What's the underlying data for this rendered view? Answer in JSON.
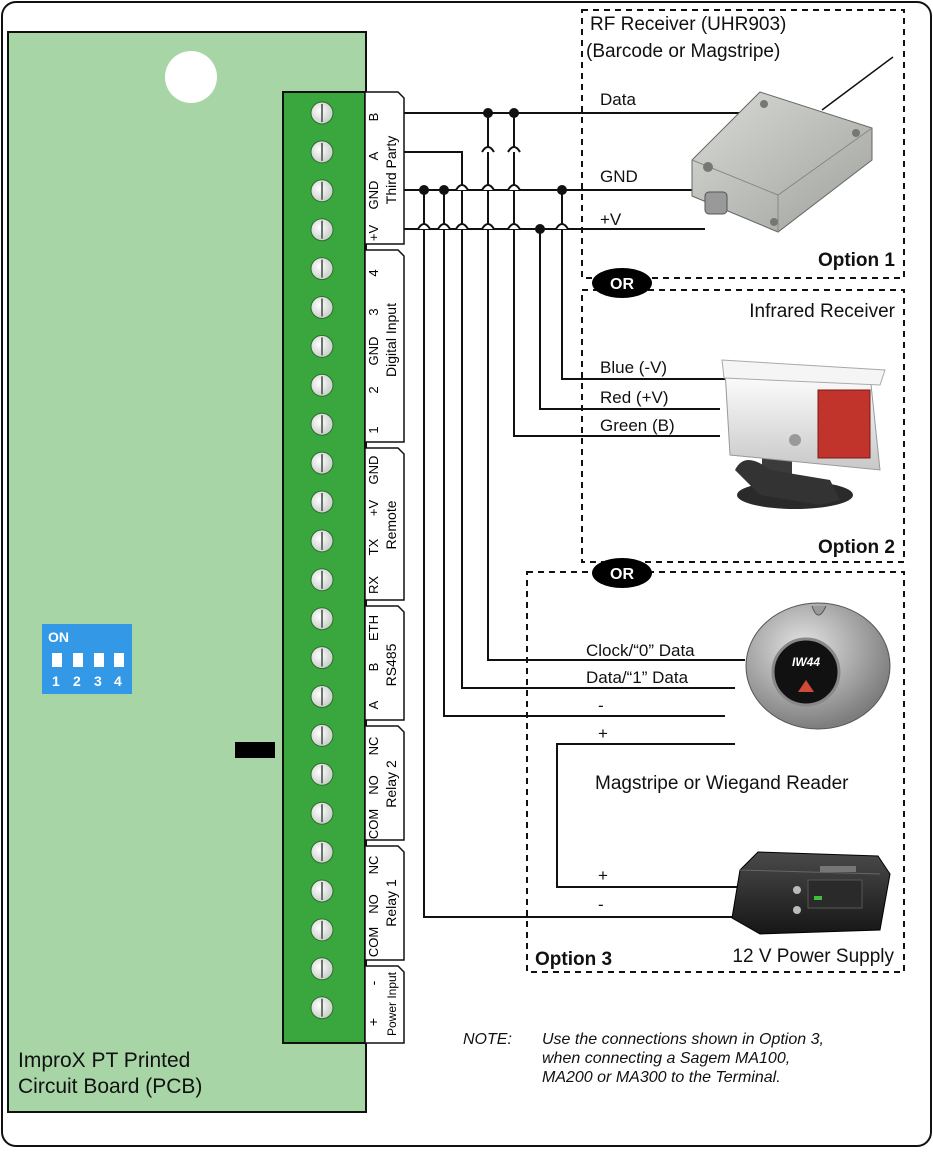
{
  "pcb": {
    "label_line1": "ImproX PT Printed",
    "label_line2": "Circuit Board (PCB)",
    "dip": {
      "on_label": "ON",
      "numbers": [
        "1",
        "2",
        "3",
        "4"
      ]
    }
  },
  "connector_groups": [
    {
      "id": "third-party",
      "name": "Third Party",
      "pins": [
        "B",
        "A",
        "GND",
        "+V"
      ]
    },
    {
      "id": "digital-input",
      "name": "Digital Input",
      "pins": [
        "4",
        "3",
        "GND",
        "2",
        "1"
      ]
    },
    {
      "id": "remote",
      "name": "Remote",
      "pins": [
        "GND",
        "+V",
        "TX",
        "RX"
      ]
    },
    {
      "id": "rs485",
      "name": "RS485",
      "pins": [
        "ETH",
        "B",
        "A"
      ]
    },
    {
      "id": "relay2",
      "name": "Relay 2",
      "pins": [
        "NC",
        "NO",
        "COM"
      ]
    },
    {
      "id": "relay1",
      "name": "Relay 1",
      "pins": [
        "NC",
        "NO",
        "COM"
      ]
    },
    {
      "id": "power-input",
      "name": "Power Input",
      "pins": [
        "-",
        "+"
      ]
    }
  ],
  "option1": {
    "title_line1": "RF Receiver (UHR903)",
    "title_line2": "(Barcode or Magstripe)",
    "wire_data": "Data",
    "wire_gnd": "GND",
    "wire_v": "+V",
    "label": "Option 1"
  },
  "or_badge": "OR",
  "option2": {
    "title": "Infrared Receiver",
    "wire_blue": "Blue (-V)",
    "wire_red": "Red (+V)",
    "wire_green": "Green (B)",
    "label": "Option 2"
  },
  "option3": {
    "wire_clock": "Clock/“0” Data",
    "wire_data": "Data/“1” Data",
    "wire_minus": "-",
    "wire_plus": "+",
    "reader_label": "Magstripe or Wiegand Reader",
    "reader_badge": "IW44",
    "psu_plus": "+",
    "psu_minus": "-",
    "psu_label": "12 V Power Supply",
    "label": "Option 3"
  },
  "note": {
    "prefix": "NOTE:",
    "line1": "Use the connections shown in Option 3,",
    "line2": "when connecting a Sagem MA100,",
    "line3": "MA200 or MA300 to the Terminal."
  },
  "colors": {
    "pcb_fill": "#a8d5a6",
    "terminal_green": "#3aa63e",
    "dip_blue": "#3399e6"
  }
}
